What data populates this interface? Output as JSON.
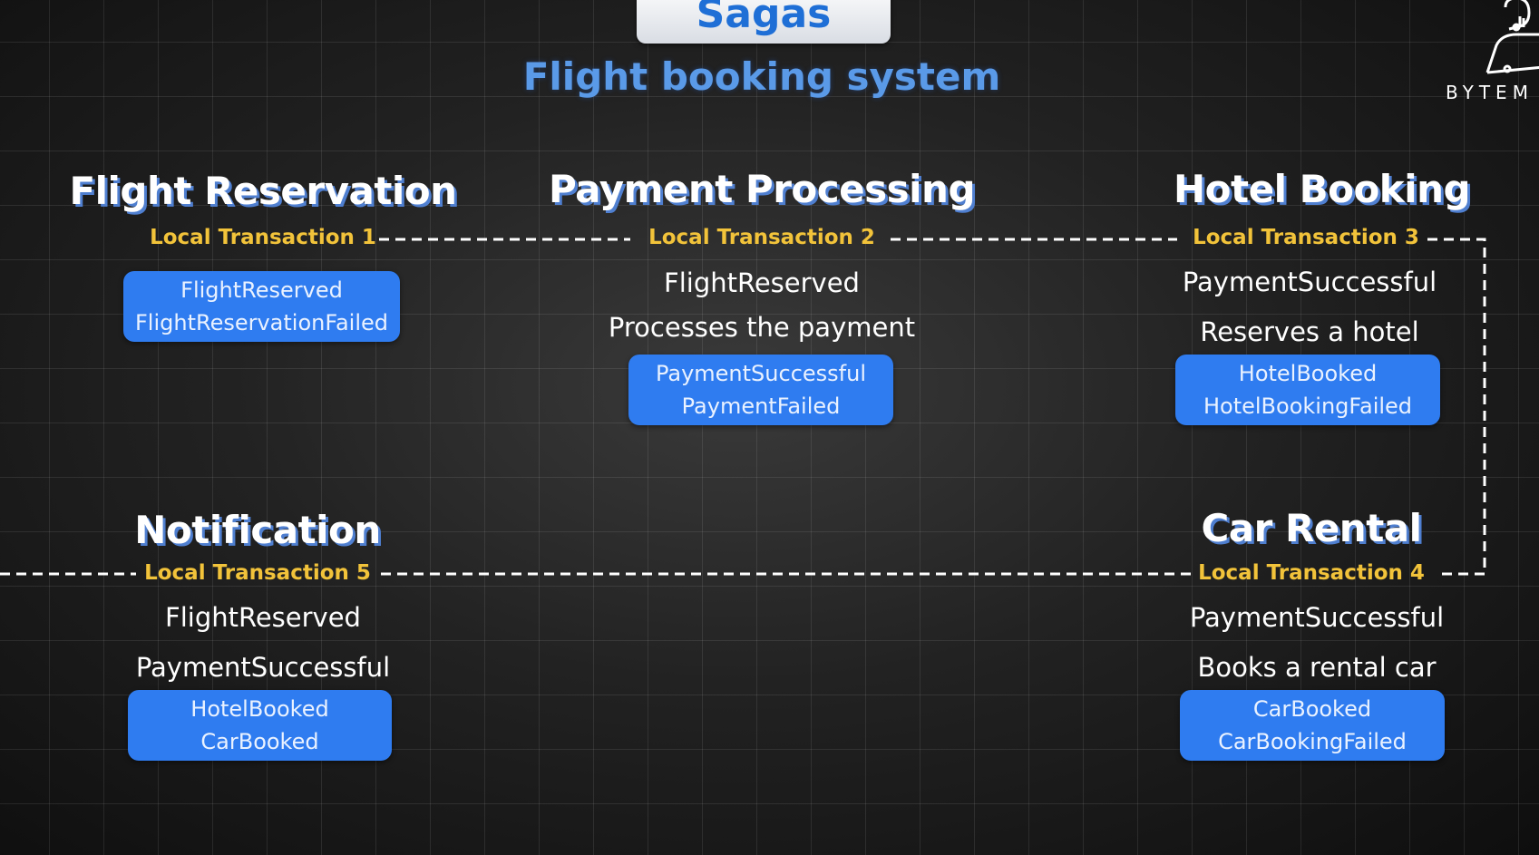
{
  "header": {
    "title": "Sagas",
    "subtitle": "Flight booking system"
  },
  "logo": {
    "text": "BYTEM"
  },
  "steps": [
    {
      "heading": "Flight Reservation",
      "transaction": "Local Transaction 1",
      "listens": [],
      "action": "",
      "events": [
        "FlightReserved",
        "FlightReservationFailed"
      ]
    },
    {
      "heading": "Payment Processing",
      "transaction": "Local Transaction 2",
      "listens": [
        "FlightReserved"
      ],
      "action": "Processes the payment",
      "events": [
        "PaymentSuccessful",
        "PaymentFailed"
      ]
    },
    {
      "heading": "Hotel Booking",
      "transaction": "Local Transaction 3",
      "listens": [
        "PaymentSuccessful"
      ],
      "action": "Reserves a hotel",
      "events": [
        "HotelBooked",
        "HotelBookingFailed"
      ]
    },
    {
      "heading": "Car Rental",
      "transaction": "Local Transaction 4",
      "listens": [
        "PaymentSuccessful"
      ],
      "action": "Books a rental car",
      "events": [
        "CarBooked",
        "CarBookingFailed"
      ]
    },
    {
      "heading": "Notification",
      "transaction": "Local Transaction 5",
      "listens": [
        "FlightReserved",
        "PaymentSuccessful"
      ],
      "action": "",
      "events": [
        "HotelBooked",
        "CarBooked"
      ]
    }
  ],
  "colors": {
    "accent_blue": "#2f7cf0",
    "transaction_yellow": "#f2c33a",
    "subtitle_blue": "#5a9ae8"
  }
}
